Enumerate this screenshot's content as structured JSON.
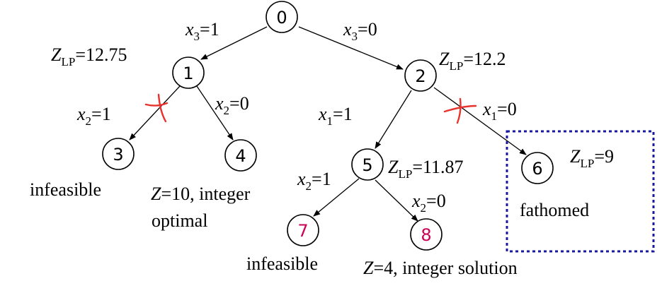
{
  "tree": {
    "nodes": [
      {
        "id": "0",
        "label": "0",
        "color": "#000000"
      },
      {
        "id": "1",
        "label": "1",
        "color": "#000000"
      },
      {
        "id": "2",
        "label": "2",
        "color": "#000000"
      },
      {
        "id": "3",
        "label": "3",
        "color": "#000000"
      },
      {
        "id": "4",
        "label": "4",
        "color": "#000000"
      },
      {
        "id": "5",
        "label": "5",
        "color": "#000000"
      },
      {
        "id": "6",
        "label": "6",
        "color": "#000000"
      },
      {
        "id": "7",
        "label": "7",
        "color": "#cc0055"
      },
      {
        "id": "8",
        "label": "8",
        "color": "#cc0055"
      }
    ],
    "branches": [
      {
        "from": "0",
        "to": "1",
        "var": "x",
        "sub": "3",
        "value": "=1"
      },
      {
        "from": "0",
        "to": "2",
        "var": "x",
        "sub": "3",
        "value": "=0"
      },
      {
        "from": "1",
        "to": "3",
        "var": "x",
        "sub": "2",
        "value": "=1"
      },
      {
        "from": "1",
        "to": "4",
        "var": "x",
        "sub": "2",
        "value": "=0"
      },
      {
        "from": "2",
        "to": "5",
        "var": "x",
        "sub": "1",
        "value": "=1"
      },
      {
        "from": "2",
        "to": "6",
        "var": "x",
        "sub": "1",
        "value": "=0"
      },
      {
        "from": "5",
        "to": "7",
        "var": "x",
        "sub": "2",
        "value": "=1"
      },
      {
        "from": "5",
        "to": "8",
        "var": "x",
        "sub": "2",
        "value": "=0"
      }
    ],
    "bounds": {
      "z1": {
        "var": "Z",
        "sub": "LP",
        "value": "=12.75"
      },
      "z2": {
        "var": "Z",
        "sub": "LP",
        "value": "=12.2"
      },
      "z5": {
        "var": "Z",
        "sub": "LP",
        "value": "=11.87"
      },
      "z6": {
        "var": "Z",
        "sub": "LP",
        "value": "=9"
      }
    },
    "notes": {
      "n3": "infeasible",
      "n4_var": "Z",
      "n4_line1": "=10, integer",
      "n4_line2": "optimal",
      "n6": "fathomed",
      "n7": "infeasible",
      "n8_var": "Z",
      "n8_line": "=4, integer solution"
    },
    "pruned_branches": [
      "1-3",
      "2-6"
    ],
    "colors": {
      "edge": "#000000",
      "cut": "#e8322d",
      "fathom_box": "#1a1aa0",
      "highlight": "#cc0055"
    }
  }
}
